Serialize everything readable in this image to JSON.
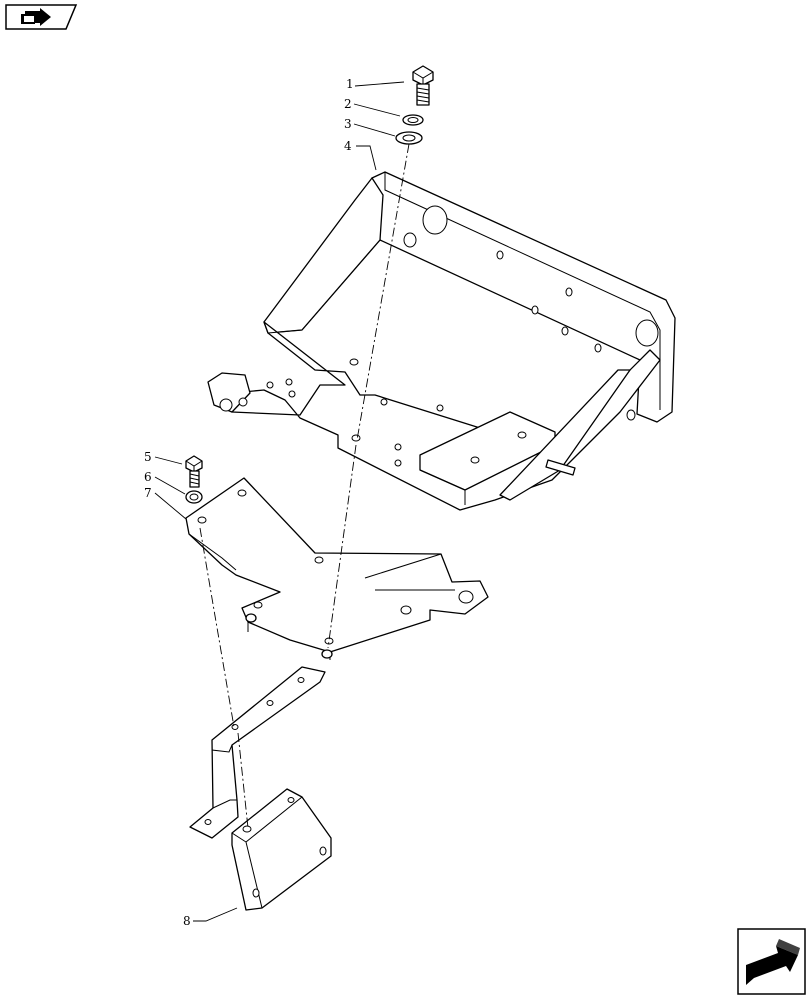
{
  "callouts": [
    "1",
    "2",
    "3",
    "4",
    "5",
    "6",
    "7",
    "8"
  ],
  "nav": {
    "back_icon": "back-arrow-icon",
    "next_icon": "next-page-arrow-icon"
  }
}
